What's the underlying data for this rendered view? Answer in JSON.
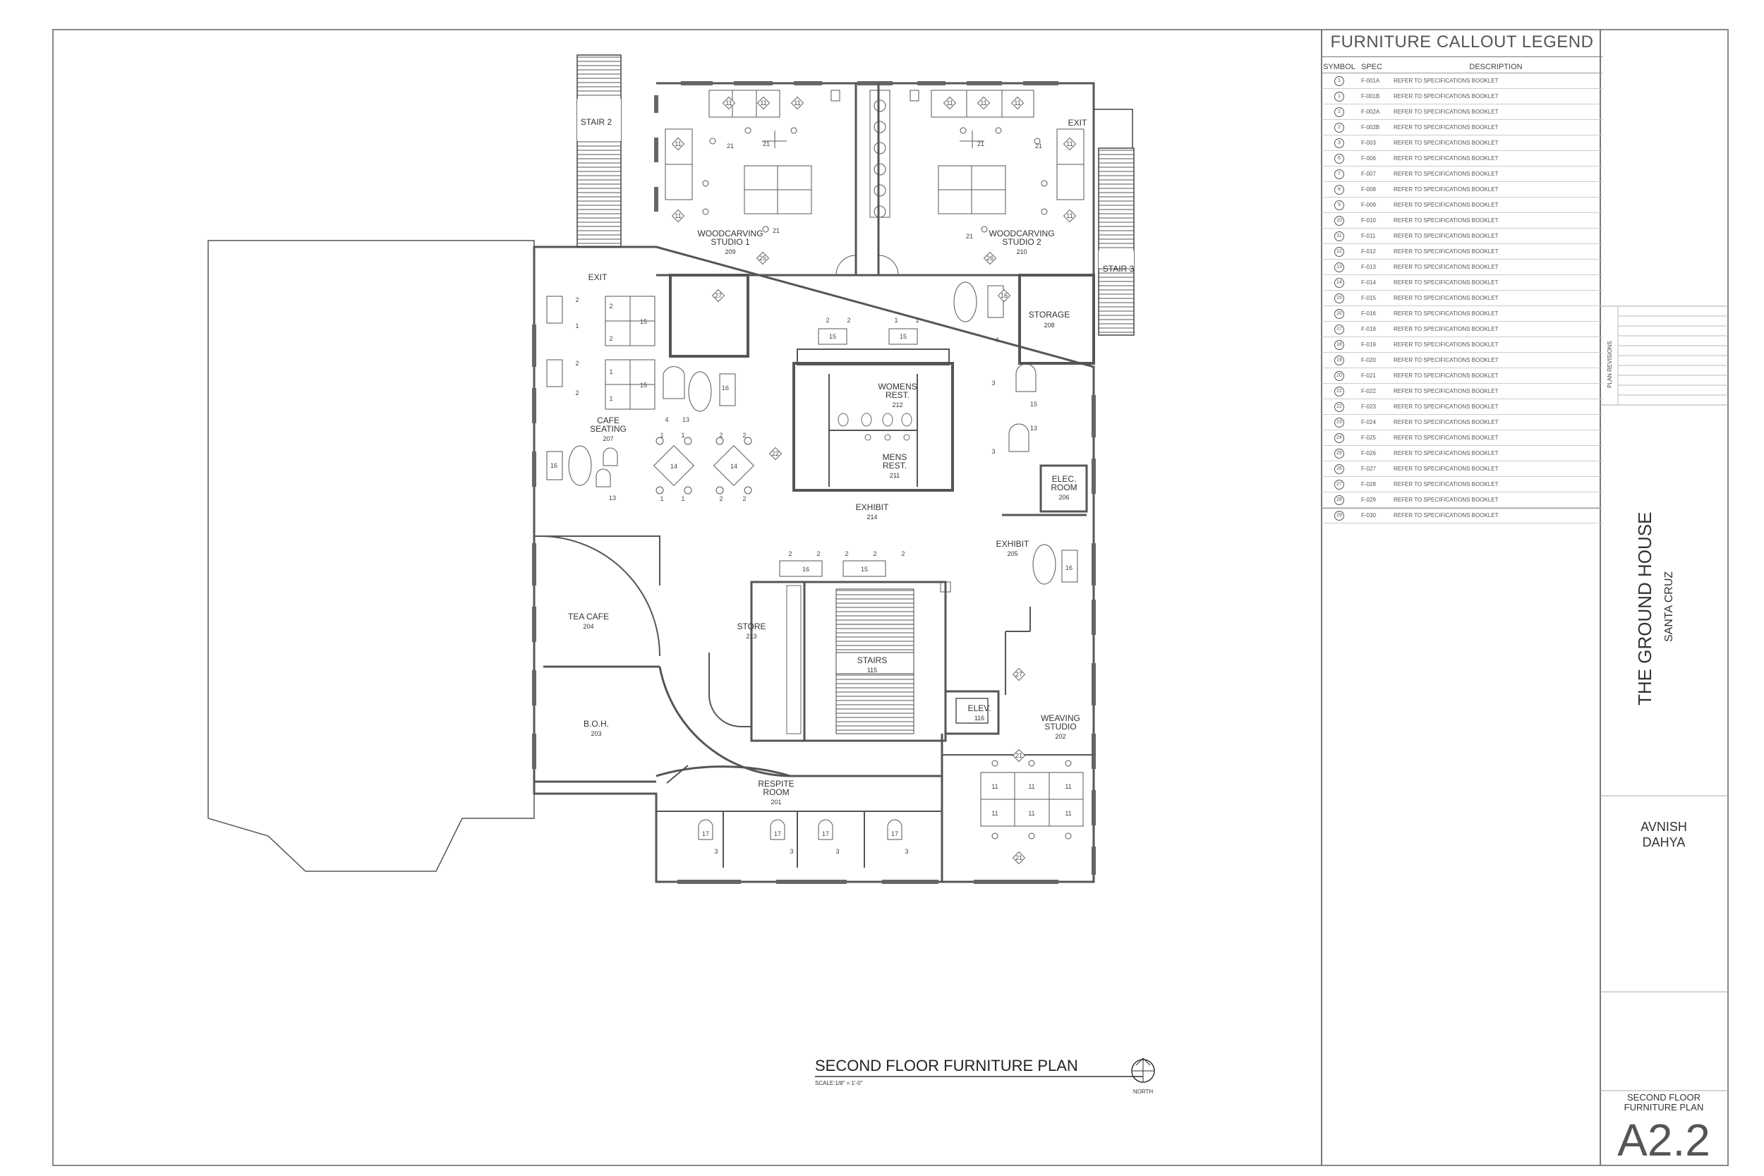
{
  "sheet": {
    "plan_title": "SECOND FLOOR FURNITURE PLAN",
    "scale": "SCALE:1/8\" = 1'-0\"",
    "north": "NORTH"
  },
  "title_block": {
    "plan_revisions": "PLAN REVISIONS",
    "project_name": "THE GROUND HOUSE",
    "project_location": "SANTA CRUZ",
    "designer_first": "AVNISH",
    "designer_last": "DAHYA",
    "sheet_title_1": "SECOND FLOOR",
    "sheet_title_2": "FURNITURE PLAN",
    "sheet_number": "A2.2"
  },
  "legend": {
    "title": "FURNITURE CALLOUT LEGEND",
    "col_symbol": "SYMBOL",
    "col_spec": "SPEC",
    "col_description": "DESCRIPTION",
    "rows": [
      {
        "sym": "1",
        "spec": "F-001A",
        "desc": "REFER TO SPECIFICATIONS BOOKLET"
      },
      {
        "sym": "1",
        "spec": "F-001B",
        "desc": "REFER TO SPECIFICATIONS BOOKLET"
      },
      {
        "sym": "2",
        "spec": "F-002A",
        "desc": "REFER TO SPECIFICATIONS BOOKLET"
      },
      {
        "sym": "2",
        "spec": "F-002B",
        "desc": "REFER TO SPECIFICATIONS BOOKLET"
      },
      {
        "sym": "3",
        "spec": "F-003",
        "desc": "REFER TO SPECIFICATIONS BOOKLET"
      },
      {
        "sym": "6",
        "spec": "F-006",
        "desc": "REFER TO SPECIFICATIONS BOOKLET"
      },
      {
        "sym": "7",
        "spec": "F-007",
        "desc": "REFER TO SPECIFICATIONS BOOKLET"
      },
      {
        "sym": "8",
        "spec": "F-008",
        "desc": "REFER TO SPECIFICATIONS BOOKLET"
      },
      {
        "sym": "9",
        "spec": "F-009",
        "desc": "REFER TO SPECIFICATIONS BOOKLET"
      },
      {
        "sym": "10",
        "spec": "F-010",
        "desc": "REFER TO SPECIFICATIONS BOOKLET"
      },
      {
        "sym": "11",
        "spec": "F-011",
        "desc": "REFER TO SPECIFICATIONS BOOKLET"
      },
      {
        "sym": "12",
        "spec": "F-012",
        "desc": "REFER TO SPECIFICATIONS BOOKLET"
      },
      {
        "sym": "13",
        "spec": "F-013",
        "desc": "REFER TO SPECIFICATIONS BOOKLET"
      },
      {
        "sym": "14",
        "spec": "F-014",
        "desc": "REFER TO SPECIFICATIONS BOOKLET"
      },
      {
        "sym": "15",
        "spec": "F-015",
        "desc": "REFER TO SPECIFICATIONS BOOKLET"
      },
      {
        "sym": "16",
        "spec": "F-016",
        "desc": "REFER TO SPECIFICATIONS BOOKLET"
      },
      {
        "sym": "17",
        "spec": "F-018",
        "desc": "REFER TO SPECIFICATIONS BOOKLET"
      },
      {
        "sym": "18",
        "spec": "F-019",
        "desc": "REFER TO SPECIFICATIONS BOOKLET"
      },
      {
        "sym": "19",
        "spec": "F-020",
        "desc": "REFER TO SPECIFICATIONS BOOKLET"
      },
      {
        "sym": "20",
        "spec": "F-021",
        "desc": "REFER TO SPECIFICATIONS BOOKLET"
      },
      {
        "sym": "21",
        "spec": "F-022",
        "desc": "REFER TO SPECIFICATIONS BOOKLET"
      },
      {
        "sym": "22",
        "spec": "F-023",
        "desc": "REFER TO SPECIFICATIONS BOOKLET"
      },
      {
        "sym": "23",
        "spec": "F-024",
        "desc": "REFER TO SPECIFICATIONS BOOKLET"
      },
      {
        "sym": "24",
        "spec": "F-025",
        "desc": "REFER TO SPECIFICATIONS BOOKLET"
      },
      {
        "sym": "25",
        "spec": "F-026",
        "desc": "REFER TO SPECIFICATIONS BOOKLET"
      },
      {
        "sym": "26",
        "spec": "F-027",
        "desc": "REFER TO SPECIFICATIONS BOOKLET"
      },
      {
        "sym": "27",
        "spec": "F-028",
        "desc": "REFER TO SPECIFICATIONS BOOKLET"
      },
      {
        "sym": "28",
        "spec": "F-029",
        "desc": "REFER TO SPECIFICATIONS BOOKLET"
      },
      {
        "sym": "29",
        "spec": "F-030",
        "desc": "REFER TO SPECIFICATIONS BOOKLET"
      }
    ]
  },
  "rooms": {
    "stair2": "STAIR 2",
    "stair3": "STAIR 3",
    "exit": "EXIT",
    "wood1_a": "WOODCARVING",
    "wood1_b": "STUDIO 1",
    "wood1_n": "209",
    "wood2_a": "WOODCARVING",
    "wood2_b": "STUDIO 2",
    "wood2_n": "210",
    "storage": "STORAGE",
    "storage_n": "208",
    "womens_a": "WOMENS",
    "womens_b": "REST.",
    "womens_n": "212",
    "mens_a": "MENS",
    "mens_b": "REST.",
    "mens_n": "211",
    "cafe_a": "CAFE",
    "cafe_b": "SEATING",
    "cafe_n": "207",
    "elec_a": "ELEC.",
    "elec_b": "ROOM",
    "elec_n": "206",
    "exhibit214": "EXHIBIT",
    "exhibit214_n": "214",
    "exhibit205": "EXHIBIT",
    "exhibit205_n": "205",
    "tea": "TEA CAFE",
    "tea_n": "204",
    "store": "STORE",
    "store_n": "213",
    "stairs": "STAIRS",
    "stairs_n": "115",
    "elev": "ELEV.",
    "elev_n": "116",
    "weaving_a": "WEAVING",
    "weaving_b": "STUDIO",
    "weaving_n": "202",
    "boh": "B.O.H.",
    "boh_n": "203",
    "respite_a": "RESPITE",
    "respite_b": "ROOM",
    "respite_n": "201"
  },
  "callouts": {
    "c1": "1",
    "c2": "2",
    "c3": "3",
    "c4": "4",
    "c11": "11",
    "c13": "13",
    "c14": "14",
    "c15": "15",
    "c16": "16",
    "c17": "17",
    "c21": "21",
    "c22": "22",
    "c25": "25",
    "c26": "26",
    "c27": "27"
  }
}
